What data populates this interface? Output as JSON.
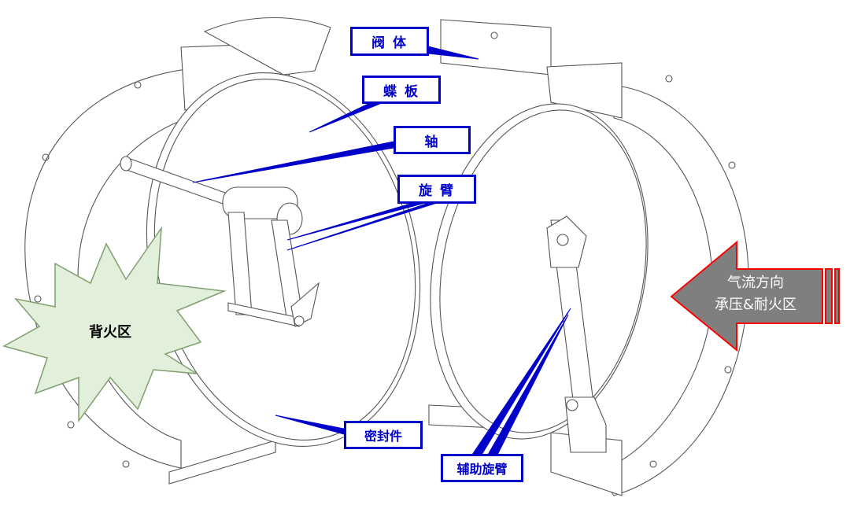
{
  "labels": {
    "valve_body": "阀 体",
    "butterfly_plate": "蝶 板",
    "shaft": "轴",
    "swing_arm": "旋 臂",
    "seal": "密封件",
    "aux_swing_arm": "辅助旋臂"
  },
  "zones": {
    "backfire": "背火区",
    "airflow_line1": "气流方向",
    "airflow_line2": "承压&耐火区"
  },
  "colors": {
    "callout": "#0000c8",
    "arrow_fill": "#7f7f7f",
    "arrow_stroke": "#ff0000",
    "burst_fill": "#e2efda",
    "burst_stroke": "#7f9f6f",
    "line": "#555555"
  }
}
